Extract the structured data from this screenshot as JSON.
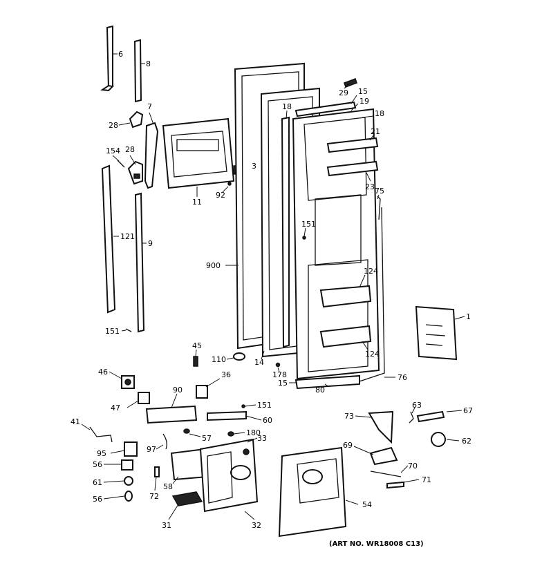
{
  "figure": {
    "art_number": "(ART NO. WR18008 C13)"
  },
  "callouts": [
    {
      "id": "c6",
      "text": "6"
    },
    {
      "id": "c8",
      "text": "8"
    },
    {
      "id": "c7",
      "text": "7"
    },
    {
      "id": "c28a",
      "text": "28"
    },
    {
      "id": "c28b",
      "text": "28"
    },
    {
      "id": "c154",
      "text": "154"
    },
    {
      "id": "c11",
      "text": "11"
    },
    {
      "id": "c3",
      "text": "3"
    },
    {
      "id": "c92",
      "text": "92"
    },
    {
      "id": "c29",
      "text": "29"
    },
    {
      "id": "c15a",
      "text": "15"
    },
    {
      "id": "c19",
      "text": "19"
    },
    {
      "id": "c18a",
      "text": "18"
    },
    {
      "id": "c18b",
      "text": "18"
    },
    {
      "id": "c21",
      "text": "21"
    },
    {
      "id": "c23",
      "text": "23"
    },
    {
      "id": "c75",
      "text": "75"
    },
    {
      "id": "c121",
      "text": "121"
    },
    {
      "id": "c9",
      "text": "9"
    },
    {
      "id": "c151a",
      "text": "151"
    },
    {
      "id": "c900",
      "text": "900"
    },
    {
      "id": "c124a",
      "text": "124"
    },
    {
      "id": "c124b",
      "text": "124"
    },
    {
      "id": "c1",
      "text": "1"
    },
    {
      "id": "c151b",
      "text": "151"
    },
    {
      "id": "c45",
      "text": "45"
    },
    {
      "id": "c110",
      "text": "110"
    },
    {
      "id": "c14",
      "text": "14"
    },
    {
      "id": "c178",
      "text": "178"
    },
    {
      "id": "c15b",
      "text": "15"
    },
    {
      "id": "c80",
      "text": "80"
    },
    {
      "id": "c76",
      "text": "76"
    },
    {
      "id": "c46",
      "text": "46"
    },
    {
      "id": "c36",
      "text": "36"
    },
    {
      "id": "c90",
      "text": "90"
    },
    {
      "id": "c47",
      "text": "47"
    },
    {
      "id": "c151c",
      "text": "151"
    },
    {
      "id": "c60",
      "text": "60"
    },
    {
      "id": "c41",
      "text": "41"
    },
    {
      "id": "c57",
      "text": "57"
    },
    {
      "id": "c180",
      "text": "180"
    },
    {
      "id": "c33",
      "text": "33"
    },
    {
      "id": "c95",
      "text": "95"
    },
    {
      "id": "c97",
      "text": "97"
    },
    {
      "id": "c56a",
      "text": "56"
    },
    {
      "id": "c61",
      "text": "61"
    },
    {
      "id": "c56b",
      "text": "56"
    },
    {
      "id": "c58",
      "text": "58"
    },
    {
      "id": "c72",
      "text": "72"
    },
    {
      "id": "c31",
      "text": "31"
    },
    {
      "id": "c32",
      "text": "32"
    },
    {
      "id": "c73",
      "text": "73"
    },
    {
      "id": "c63",
      "text": "63"
    },
    {
      "id": "c67",
      "text": "67"
    },
    {
      "id": "c62",
      "text": "62"
    },
    {
      "id": "c69",
      "text": "69"
    },
    {
      "id": "c70",
      "text": "70"
    },
    {
      "id": "c71",
      "text": "71"
    },
    {
      "id": "c54",
      "text": "54"
    }
  ]
}
